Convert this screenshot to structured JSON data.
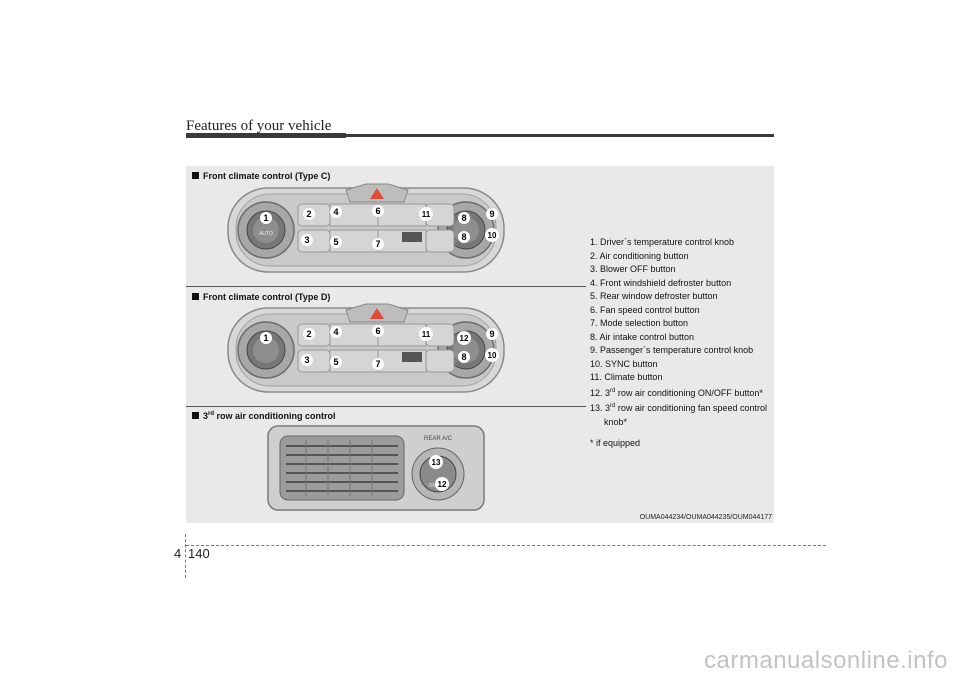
{
  "header": {
    "title": "Features of your vehicle"
  },
  "figure": {
    "panels": [
      {
        "label": "Front climate control (Type C)"
      },
      {
        "label": "Front climate control (Type D)"
      },
      {
        "label_prefix": "3",
        "label_sup": "rd",
        "label_suffix": " row air conditioning control"
      }
    ],
    "callouts_c": [
      "1",
      "2",
      "3",
      "4",
      "5",
      "6",
      "7",
      "8",
      "8",
      "9",
      "10",
      "11"
    ],
    "callouts_d": [
      "1",
      "2",
      "3",
      "4",
      "5",
      "6",
      "7",
      "8",
      "9",
      "10",
      "11",
      "12"
    ],
    "callouts_rear": [
      "13",
      "12"
    ],
    "knob_auto_text": "AUTO",
    "rear_panel_text": "REAR A/C",
    "rear_switch_text": "ON/OFF",
    "legend": [
      "1. Driver`s temperature control knob",
      "2. Air conditioning button",
      "3. Blower OFF button",
      "4. Front windshield defroster button",
      "5. Rear window defroster button",
      "6. Fan speed control button",
      "7. Mode selection button",
      "8. Air intake control button",
      "9. Passenger`s temperature control knob",
      "10. SYNC button",
      "11. Climate button"
    ],
    "legend_12": {
      "prefix": "12. 3",
      "sup": "rd",
      "suffix": " row air conditioning ON/OFF button*"
    },
    "legend_13": {
      "prefix": "13. 3",
      "sup": "rd",
      "suffix": " row air conditioning fan speed control",
      "cont": "knob*"
    },
    "footnote": "* if equipped",
    "code": "OUMA044234/OUMA044235/OUM044177"
  },
  "footer": {
    "chapter": "4",
    "page": "140",
    "watermark": "carmanualsonline.info"
  }
}
